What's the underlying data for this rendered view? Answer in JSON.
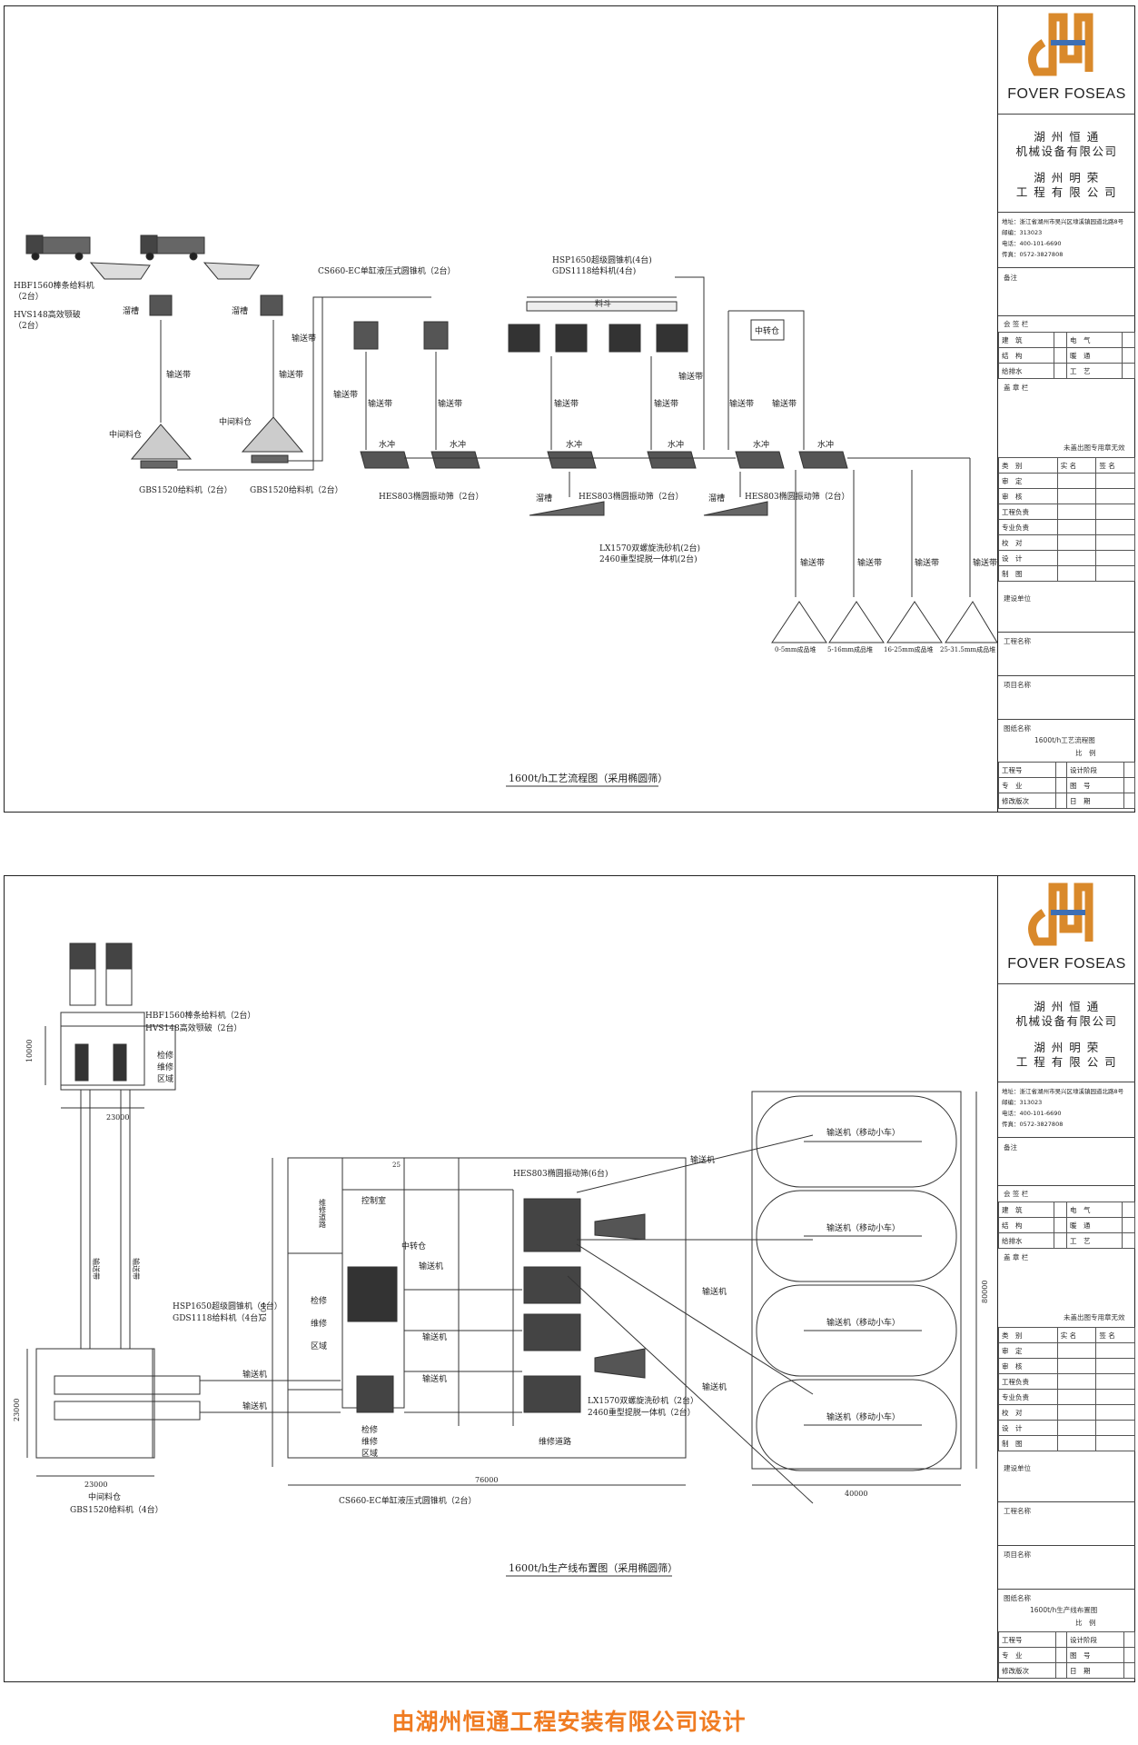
{
  "brand": {
    "name": "FOVER FOSEAS",
    "company_1": "湖 州 恒 通",
    "company_1b": "机械设备有限公司",
    "company_2": "湖 州 明 荣",
    "company_2b": "工 程 有 限 公 司"
  },
  "contact": {
    "addr": "地址：浙江省湖州市吴兴区埭溪镇园道北路8号",
    "post": "邮编：313023",
    "tel": "电话：400-101-6690",
    "fax": "传真：0572-3827808"
  },
  "title_block": {
    "remark": "备注",
    "sign_col": "会 签 栏",
    "r1": [
      "建　筑",
      "电　气"
    ],
    "r2": [
      "结　构",
      "暖　通"
    ],
    "r3": [
      "给排水",
      "工　艺"
    ],
    "stamp": "盖 章 栏",
    "stamp_note": "未盖出图专用章无效",
    "hdr": [
      "类　别",
      "实 名",
      "签 名"
    ],
    "roles": [
      "审　定",
      "审　核",
      "工程负责",
      "专业负责",
      "校　对",
      "设　计",
      "制　图"
    ],
    "unit": "建设单位",
    "project": "工程名称",
    "item": "项目名称",
    "drawing_name": "图纸名称",
    "scale": "比　例",
    "f1": [
      "工程号",
      "设计阶段"
    ],
    "f2": [
      "专　业",
      "图　号"
    ],
    "f3": [
      "修改版次",
      "日　期"
    ]
  },
  "flow": {
    "caption": "1600t/h工艺流程图（采用椭圆筛）",
    "dwg_title": "1600t/h工艺流程图",
    "feeder_a": "HBF1560棒条给料机",
    "feeder_a_n": "（2台）",
    "hvs_a": "HVS148高效颚破",
    "hvs_a_n": "（2台）",
    "trough": "溜槽",
    "belt": "输送带",
    "cone_ec": "CS660-EC单缸液压式圆锥机（2台）",
    "hsp": "HSP1650超级圆锥机(4台)",
    "gds": "GDS1118给料机(4台)",
    "hopper": "料斗",
    "transfer": "中转仓",
    "mid_silo": "中间料仓",
    "gbs": "GBS1520给料机（2台）",
    "wash": "水冲",
    "hes_a": "HES803椭圆振动筛（2台）",
    "hes_b": "HES803椭圆振动筛（2台）",
    "hes_c": "HES803椭圆振动筛（2台）",
    "lx_1": "LX1570双螺旋洗砂机(2台)",
    "lx_2": "2460重型提脱一体机(2台)",
    "p1": "0-5mm成品堆",
    "p2": "5-16mm成品堆",
    "p3": "16-25mm成品堆",
    "p4": "25-31.5mm成品堆"
  },
  "layout": {
    "caption": "1600t/h生产线布置图（采用椭圆筛）",
    "dwg_title": "1600t/h生产线布置图",
    "feeder_b": "HBF1560棒条给料机（2台）",
    "hvs_b": "HVS148高效颚破（2台）",
    "m1": "检修",
    "m2": "维修",
    "m3": "区域",
    "road": "维修道路",
    "d10000": "10000",
    "d23000a": "23000",
    "d23000b": "23000",
    "d23000c": "23000",
    "d6100": "6100",
    "d76000": "76000",
    "d40000": "40000",
    "d80000": "80000",
    "belt": "输送机",
    "belt2": "输送带",
    "mobile": "输送机（移动小车）",
    "control": "控制室",
    "transfer": "中转仓",
    "num25": "25",
    "hsp_b": "HSP1650超级圆锥机（4台）",
    "gds_b": "GDS1118给料机（4台）",
    "hes": "HES803椭圆振动筛(6台)",
    "lx_1": "LX1570双螺旋洗砂机（2台）",
    "lx_2": "2460重型提脱一体机（2台）",
    "mid": "中间料仓",
    "gbs_b": "GBS1520给料机（4台）",
    "cs": "CS660-EC单缸液压式圆锥机（2台）"
  },
  "footer": "由湖州恒通工程安装有限公司设计"
}
